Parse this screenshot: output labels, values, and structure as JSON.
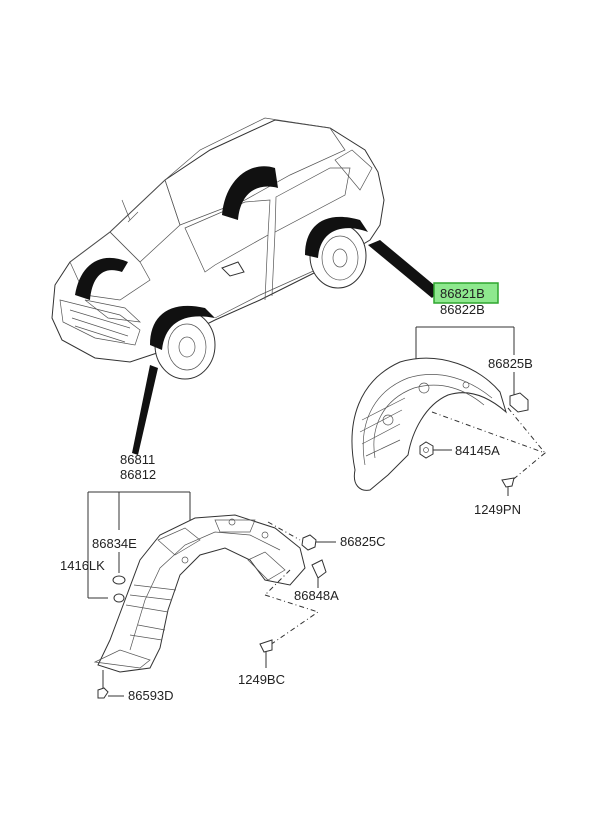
{
  "labels": {
    "rear_liner_main": "86821B",
    "rear_liner_alt": "86822B",
    "rear_clip": "86825B",
    "rear_nut": "84145A",
    "rear_screw": "1249PN",
    "front_liner_main": "86811",
    "front_liner_alt": "86812",
    "front_fastener_e": "86834E",
    "front_fastener_lk": "1416LK",
    "front_clip_c": "86825C",
    "front_bracket": "86848A",
    "front_screw": "1249BC",
    "front_bolt": "86593D"
  },
  "colors": {
    "highlight_fill": "#8ee88e",
    "highlight_border": "#2fa62f",
    "line": "#333333"
  }
}
